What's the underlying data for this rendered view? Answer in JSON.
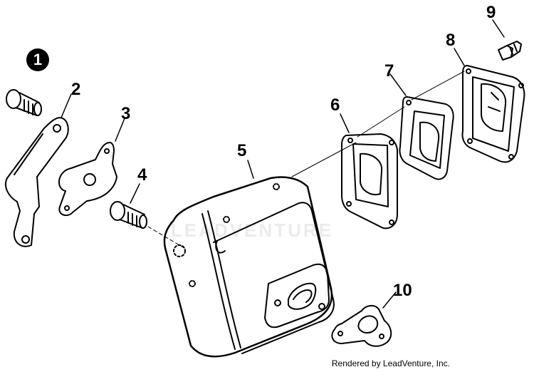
{
  "diagram": {
    "callouts": {
      "p1": "1",
      "p2": "2",
      "p3": "3",
      "p4": "4",
      "p5": "5",
      "p6": "6",
      "p7": "7",
      "p8": "8",
      "p9": "9",
      "p10": "10"
    },
    "highlighted_callout": "1",
    "watermark": "LEADVENTURE",
    "credit": "Rendered by LeadVenture, Inc."
  }
}
